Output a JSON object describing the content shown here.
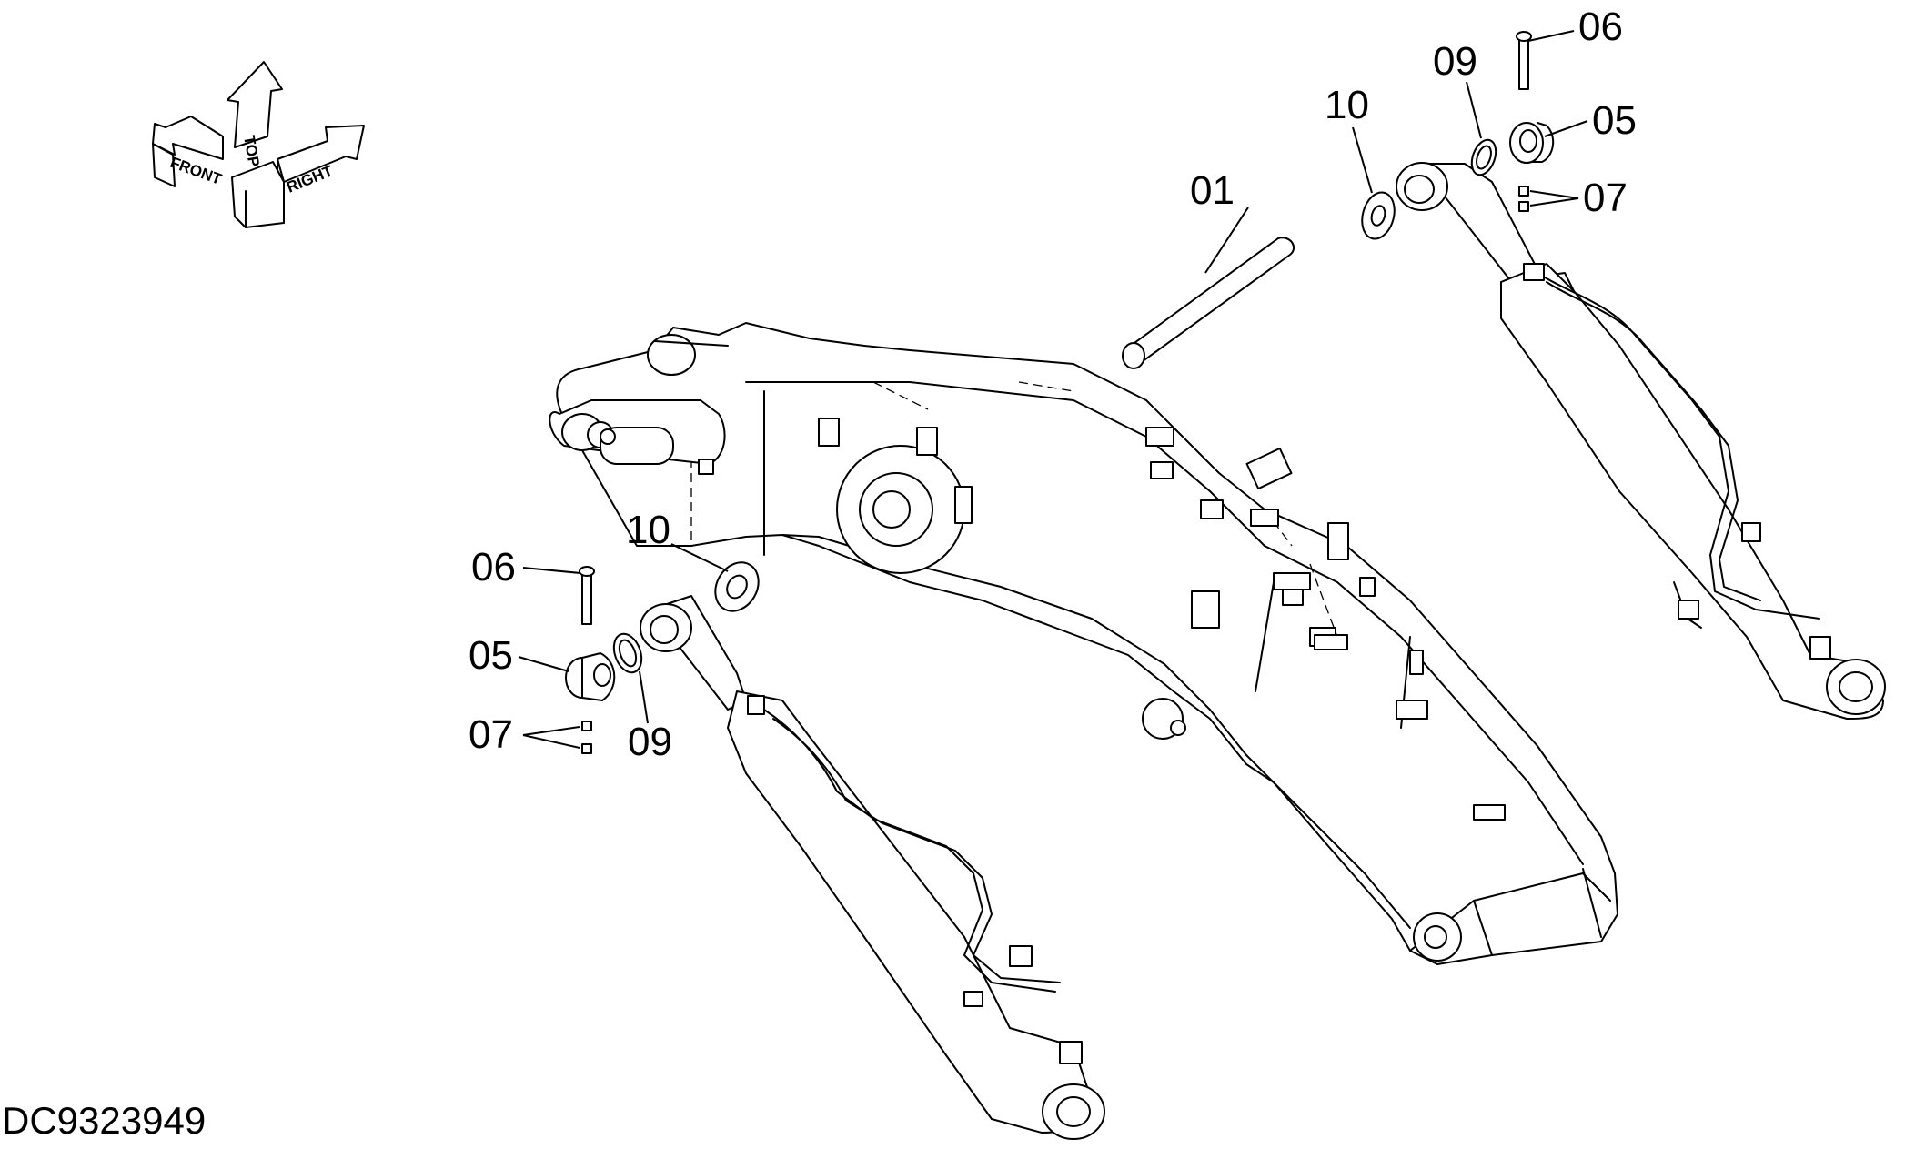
{
  "orientation": {
    "front": "FRONT",
    "top": "TOP",
    "right": "RIGHT"
  },
  "labels": {
    "pin": "01",
    "washer_right": "10",
    "washer_left": "10",
    "bolt_right": "06",
    "bolt_left": "06",
    "ring_right": "09",
    "ring_left": "09",
    "collar_right": "05",
    "collar_left": "05",
    "nuts_right": "07",
    "nuts_left": "07"
  },
  "drawing_code": "DC9323949"
}
